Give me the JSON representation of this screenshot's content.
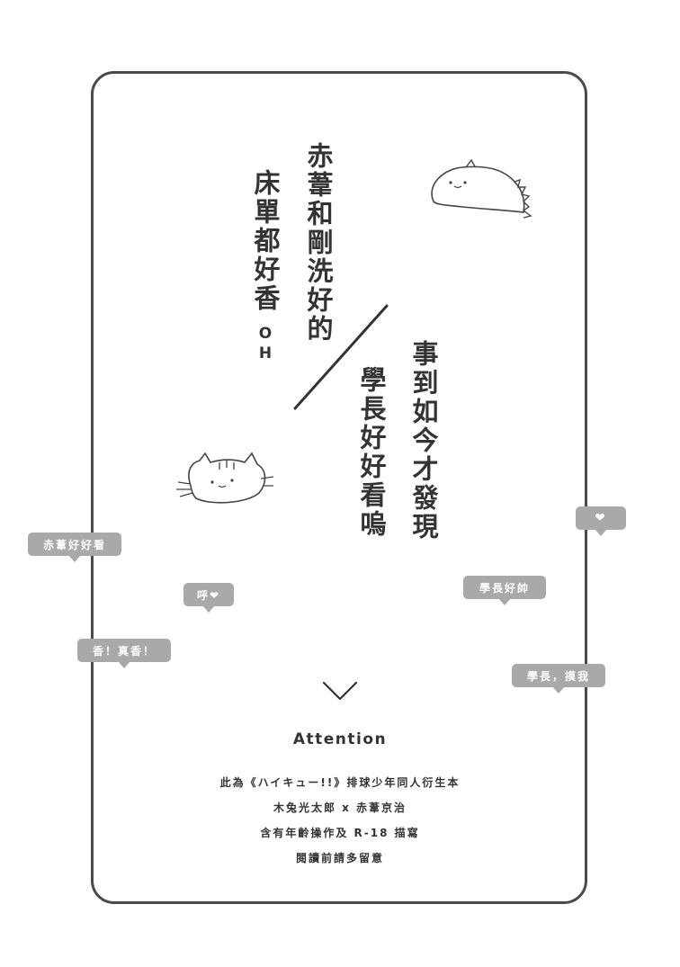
{
  "column_1": "赤葦和剛洗好的",
  "column_2": "床單都好香",
  "column_2_tail": "OH",
  "column_3": "事到如今才發現",
  "column_4": "學長好好看嗚",
  "bubbles": {
    "b1": "赤葦好好看",
    "b2": "呼❤",
    "b3": "香！真香！",
    "b4": "學長好帥",
    "b5": "學長，摸我",
    "b6": "❤"
  },
  "attention_title": "Attention",
  "info_lines": [
    "此為《ハイキュー!!》排球少年同人衍生本",
    "木兔光太郎 x 赤葦京治",
    "含有年齡操作及 R-18 描寫",
    "閱讀前請多留意"
  ],
  "icons": {
    "chevron": "chevron-down-icon",
    "cat_top": "cat-doodle-icon",
    "cat_bottom": "cat-doodle-icon"
  }
}
